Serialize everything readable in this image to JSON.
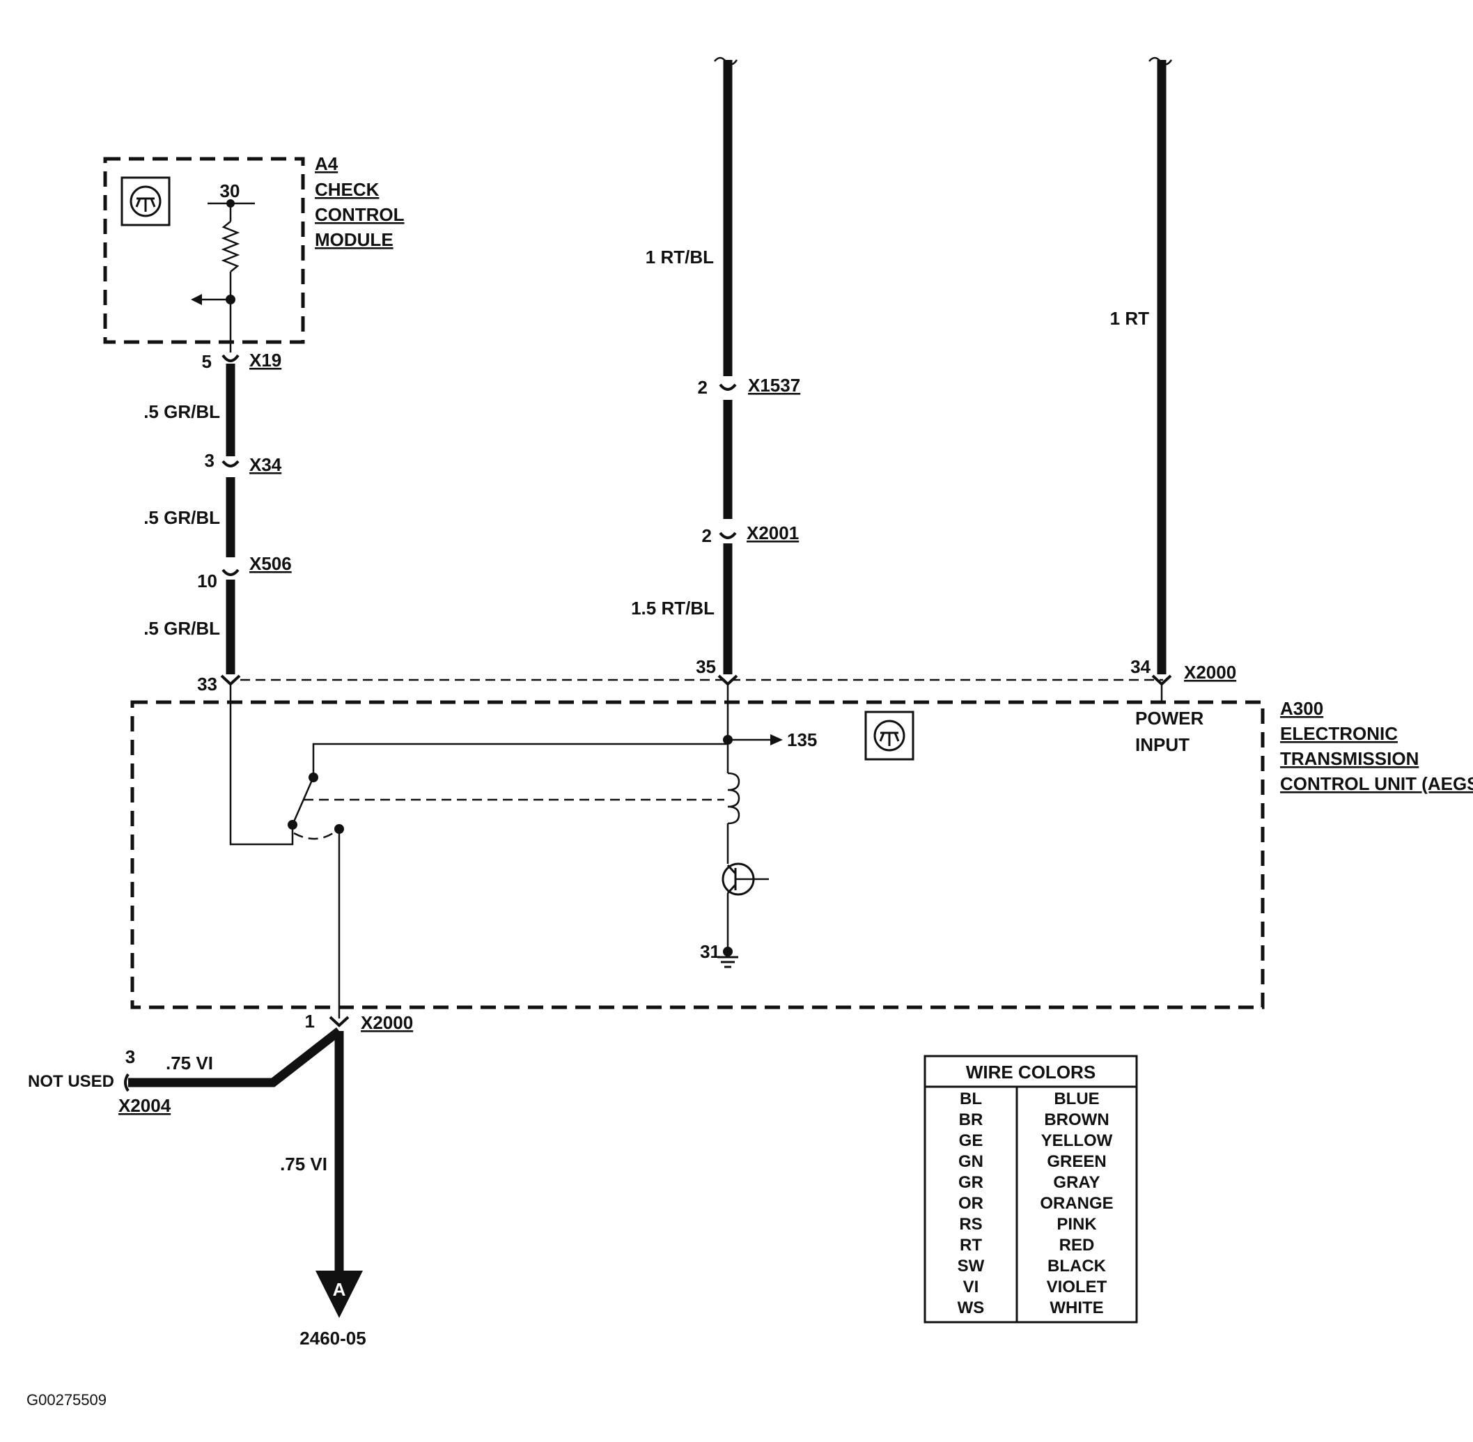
{
  "modules": {
    "a4": {
      "id": "A4",
      "name_line1": "CHECK",
      "name_line2": "CONTROL",
      "name_line3": "MODULE",
      "terminal": "30"
    },
    "a300": {
      "id": "A300",
      "name_line1": "ELECTRONIC",
      "name_line2": "TRANSMISSION",
      "name_line3": "CONTROL UNIT (AEGS)",
      "power_line1": "POWER",
      "power_line2": "INPUT",
      "ground_terminal": "31",
      "output_ref": "135"
    }
  },
  "left_circuit": {
    "x19": {
      "pin": "5",
      "name": "X19"
    },
    "wire_1": ".5  GR/BL",
    "x34": {
      "pin": "3",
      "name": "X34"
    },
    "wire_2": ".5  GR/BL",
    "x506": {
      "pin": "10",
      "name": "X506"
    },
    "wire_3": ".5  GR/BL",
    "x2000_pin": "33"
  },
  "mid_circuit": {
    "wire_top": "1  RT/BL",
    "x1537": {
      "pin": "2",
      "name": "X1537"
    },
    "x2001": {
      "pin": "2",
      "name": "X2001"
    },
    "wire_bottom": "1.5  RT/BL",
    "x2000_pin": "35"
  },
  "right_circuit": {
    "wire": "1  RT",
    "x2000": {
      "pin": "34",
      "name": "X2000"
    }
  },
  "bottom_circuit": {
    "x2000": {
      "pin": "1",
      "name": "X2000"
    },
    "branch_pin": "3",
    "branch_wire": ".75  VI",
    "not_used": "NOT USED",
    "x2004": "X2004",
    "wire_down": ".75  VI",
    "arrow_letter": "A",
    "ref": "2460-05"
  },
  "wire_colors": {
    "title": "WIRE COLORS",
    "rows": [
      {
        "code": "BL",
        "color": "BLUE"
      },
      {
        "code": "BR",
        "color": "BROWN"
      },
      {
        "code": "GE",
        "color": "YELLOW"
      },
      {
        "code": "GN",
        "color": "GREEN"
      },
      {
        "code": "GR",
        "color": "GRAY"
      },
      {
        "code": "OR",
        "color": "ORANGE"
      },
      {
        "code": "RS",
        "color": "PINK"
      },
      {
        "code": "RT",
        "color": "RED"
      },
      {
        "code": "SW",
        "color": "BLACK"
      },
      {
        "code": "VI",
        "color": "VIOLET"
      },
      {
        "code": "WS",
        "color": "WHITE"
      }
    ]
  },
  "figure_id": "G00275509"
}
